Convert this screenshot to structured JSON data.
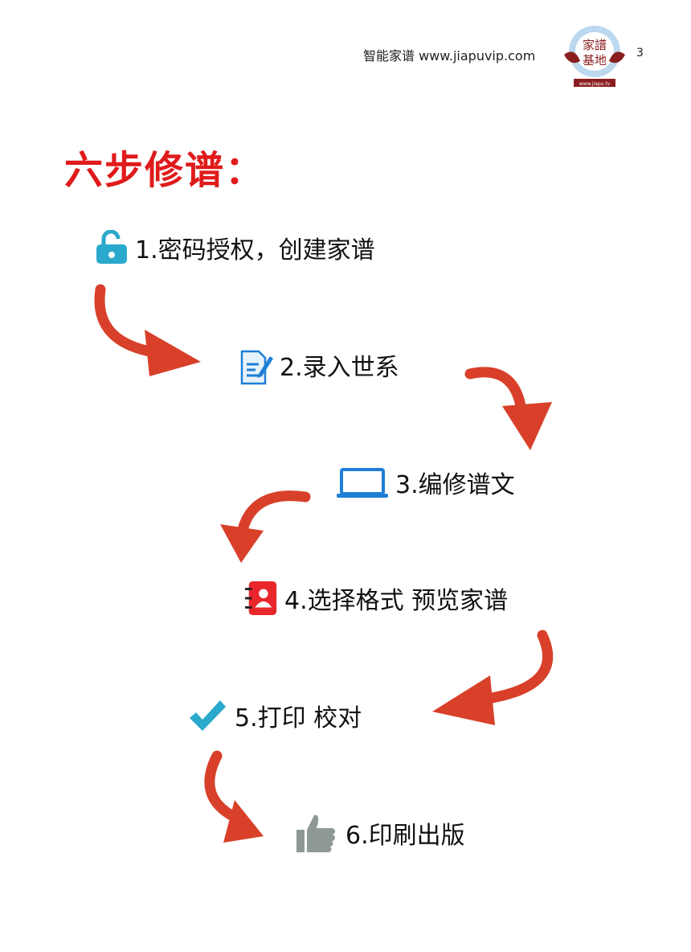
{
  "header": {
    "text": "智能家谱 www.jiapuvip.com",
    "page_number": "3",
    "logo_text": "家譜基地",
    "logo_url": "www.jiapu.tv"
  },
  "title": "六步修谱：",
  "steps": [
    {
      "label": "1.密码授权，创建家谱",
      "icon": "unlock-icon"
    },
    {
      "label": "2.录入世系",
      "icon": "document-edit-icon"
    },
    {
      "label": "3.编修谱文",
      "icon": "laptop-icon"
    },
    {
      "label": "4.选择格式 预览家谱",
      "icon": "address-book-icon"
    },
    {
      "label": "5.打印 校对",
      "icon": "checkmark-icon"
    },
    {
      "label": "6.印刷出版",
      "icon": "thumbs-up-icon"
    }
  ],
  "colors": {
    "title": "#e01b1b",
    "arrow": "#d8402a",
    "lock": "#2aa9cc",
    "laptop": "#1e7fd6",
    "book": "#e8262c",
    "check": "#2aa9cc",
    "thumb": "#8e9896"
  }
}
